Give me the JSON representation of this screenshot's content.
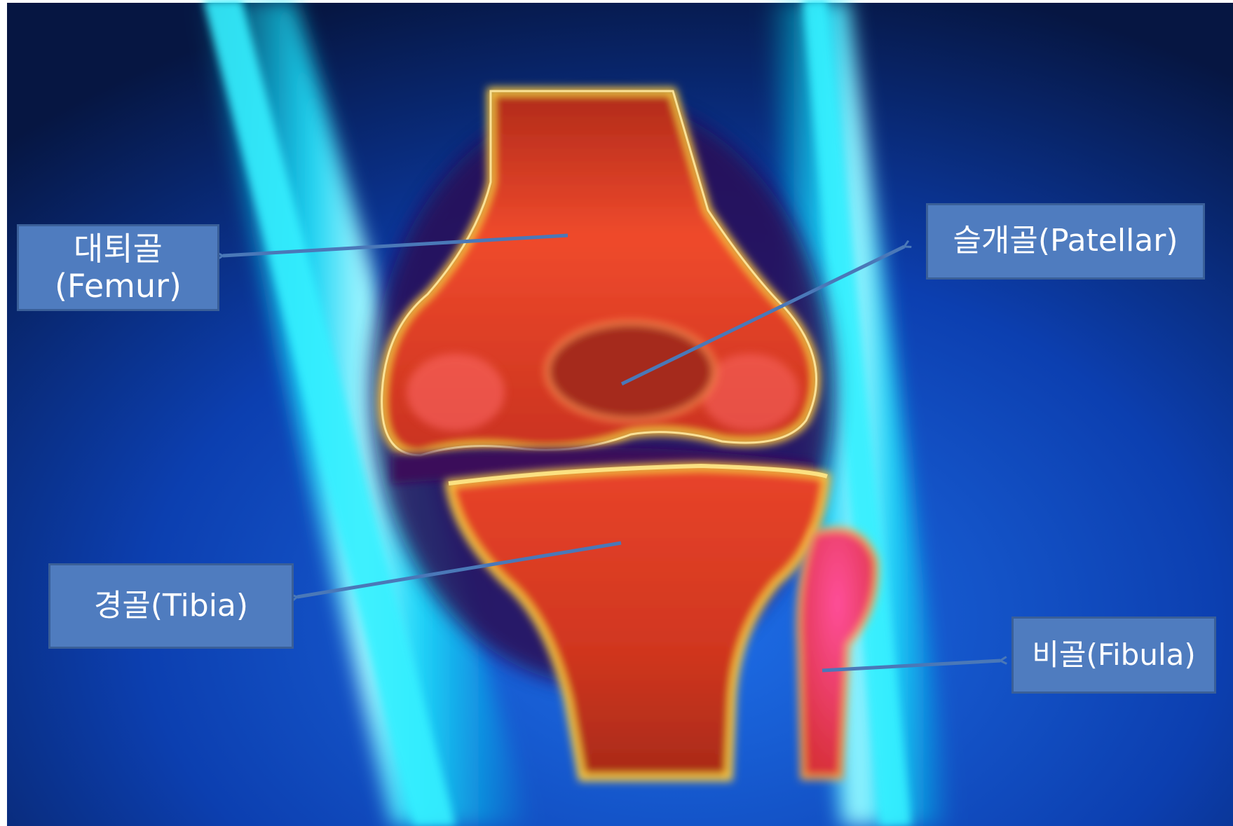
{
  "labels": {
    "femur": {
      "line1": "대퇴골",
      "line2": "(Femur)"
    },
    "patella": {
      "text": "슬개골(Patellar)"
    },
    "tibia": {
      "text": "경골(Tibia)"
    },
    "fibula": {
      "text": "비골(Fibula)"
    }
  },
  "colors": {
    "label_fill": "#4f7cbf",
    "label_border": "#3a5f98",
    "arrow": "#4a78b8",
    "background_dark": "#061a4a",
    "bone_red": "#e8402a",
    "bone_glow": "#ffd23a"
  }
}
